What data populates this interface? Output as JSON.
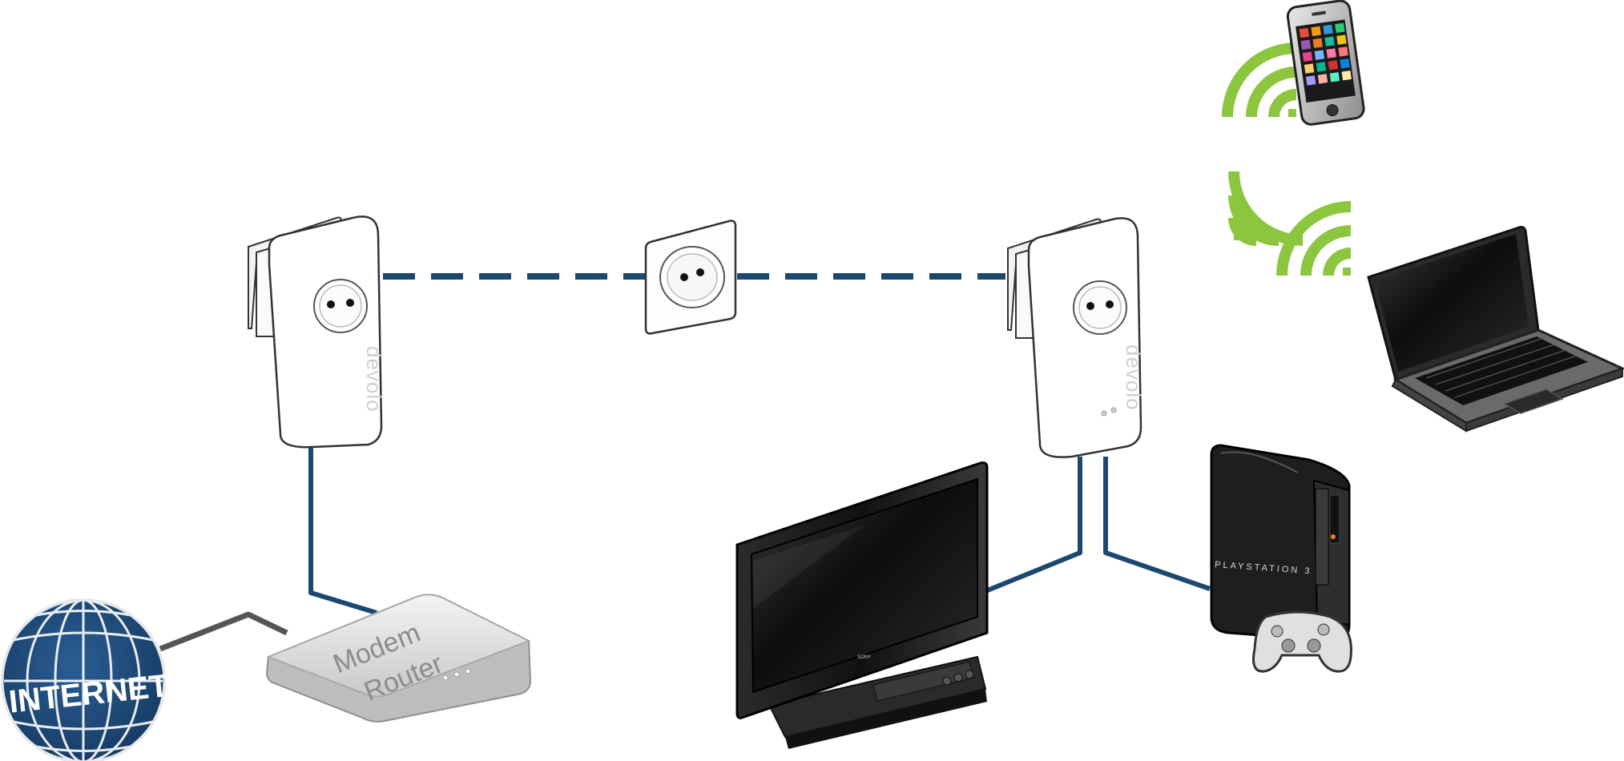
{
  "colors": {
    "cable": "#1c4870",
    "cable_gray": "#555555",
    "wifi": "#8cc63f",
    "globe": "#1d4a7a",
    "device_dark": "#1a1a1a"
  },
  "labels": {
    "internet": "INTERNET",
    "modem_line1": "Modem",
    "modem_line2": "Router",
    "adapter_brand": "devolo",
    "console_brand": "PLAYSTATION 3"
  },
  "icons": {
    "globe": "globe-icon",
    "wall_socket": "wall-socket-icon",
    "powerline_adapter": "powerline-adapter-icon",
    "wifi": "wifi-icon",
    "smartphone": "smartphone-icon",
    "laptop": "laptop-icon",
    "tv": "tv-icon",
    "game_console": "game-console-icon",
    "gamepad": "gamepad-icon"
  }
}
